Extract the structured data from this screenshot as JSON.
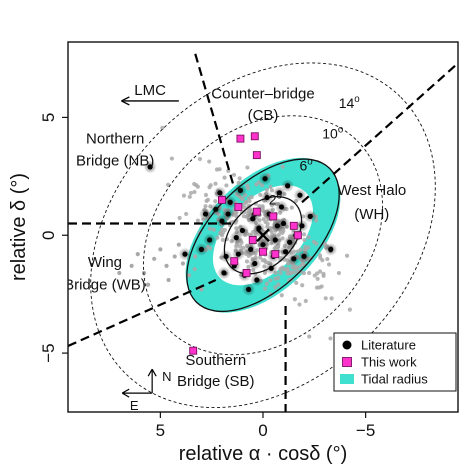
{
  "chart_data": {
    "type": "scatter",
    "xlabel": "relative α · cosδ (°)",
    "ylabel": "relative δ (°)",
    "xlim": [
      9.5,
      -9.5
    ],
    "ylim": [
      -7.5,
      8.2
    ],
    "xticks": [
      5,
      0,
      -5
    ],
    "yticks": [
      5,
      0,
      -5
    ],
    "tick_labels_x": [
      "5",
      "0",
      "−5"
    ],
    "tick_labels_y": [
      "5",
      "0",
      "−5"
    ],
    "grid": false,
    "legend_position": "bottom-right",
    "center": [
      0,
      0
    ],
    "ellipses": [
      {
        "label": "2o",
        "a": 2.2,
        "b": 1.3,
        "angle": -45,
        "style": "solid"
      },
      {
        "label": "6o",
        "a": 4.6,
        "b": 2.2,
        "angle": -45,
        "style": "solid"
      },
      {
        "label": "10o",
        "a": 6.5,
        "b": 4.4,
        "angle": -45,
        "style": "dashed"
      },
      {
        "label": "14o",
        "a": 9.5,
        "b": 6.2,
        "angle": -45,
        "style": "dashed"
      }
    ],
    "ring_labels": [
      {
        "text": "2o",
        "x": -0.6,
        "y": 1.3
      },
      {
        "text": "6o",
        "x": -2.1,
        "y": 2.75
      },
      {
        "text": "10o",
        "x": -3.4,
        "y": 4.1
      },
      {
        "text": "14o",
        "x": -4.2,
        "y": 5.4
      }
    ],
    "tidal_radius": {
      "a": 4.6,
      "b": 2.35,
      "inner_a": 2.95,
      "inner_b": 1.55,
      "angle": -45,
      "color": "#40e0d0"
    },
    "region_lines": [
      {
        "from": [
          3.3,
          7.7
        ],
        "to": [
          1.4,
          2.0
        ]
      },
      {
        "from": [
          -1.9,
          1.4
        ],
        "to": [
          -9.5,
          7.3
        ]
      },
      {
        "from": [
          9.5,
          0.5
        ],
        "to": [
          1.4,
          0.5
        ]
      },
      {
        "from": [
          9.5,
          -4.7
        ],
        "to": [
          2.3,
          -1.9
        ]
      },
      {
        "from": [
          -1.1,
          -3.0
        ],
        "to": [
          -1.1,
          -7.5
        ]
      }
    ],
    "region_labels": [
      {
        "text": "Counter–bridge",
        "x": 0.0,
        "y": 5.8
      },
      {
        "text": "(CB)",
        "x": 0.0,
        "y": 4.9
      },
      {
        "text": "Northern",
        "x": 7.2,
        "y": 3.9
      },
      {
        "text": "Bridge (NB)",
        "x": 7.2,
        "y": 2.95
      },
      {
        "text": "West Halo",
        "x": -5.3,
        "y": 1.7
      },
      {
        "text": "(WH)",
        "x": -5.3,
        "y": 0.7
      },
      {
        "text": "Wing",
        "x": 7.7,
        "y": -1.35
      },
      {
        "text": "Bridge (WB)",
        "x": 7.7,
        "y": -2.3
      },
      {
        "text": "Southern",
        "x": 2.3,
        "y": -5.5
      },
      {
        "text": "Bridge (SB)",
        "x": 2.3,
        "y": -6.4
      }
    ],
    "lmc_arrow": {
      "label": "LMC",
      "from": [
        4.1,
        5.7
      ],
      "to": [
        6.9,
        5.7
      ]
    },
    "compass": {
      "n_label": "N",
      "e_label": "E",
      "origin": [
        5.4,
        -6.7
      ]
    },
    "series": [
      {
        "name": "Literature",
        "marker": "circle",
        "color": "#000000",
        "x": [
          3.0,
          2.6,
          2.0,
          1.8,
          1.6,
          1.2,
          1.0,
          0.5,
          0.0,
          -0.3,
          -0.6,
          -1.0,
          -1.3,
          -1.6,
          -1.9,
          -2.3,
          -0.8,
          -0.2,
          0.4,
          0.9,
          1.4,
          1.1,
          0.6,
          -0.4,
          -1.1,
          -1.5,
          0.2,
          -0.9,
          2.3,
          1.7,
          0.3,
          -0.5,
          -2.0,
          1.9,
          0.7,
          -1.2,
          -0.1,
          2.8,
          5.5,
          3.8,
          -3.3,
          0.4,
          -0.7,
          -1.8,
          1.3,
          2.1
        ],
        "y": [
          -0.6,
          -0.2,
          0.6,
          -0.9,
          1.4,
          -0.8,
          0.2,
          0.7,
          -0.4,
          0.9,
          -0.2,
          0.5,
          -0.3,
          0.0,
          0.4,
          0.8,
          1.8,
          1.6,
          -1.2,
          -1.7,
          -1.3,
          1.9,
          -0.6,
          -1.4,
          -0.7,
          -1.0,
          0.3,
          1.2,
          1.1,
          0.9,
          -1.9,
          -0.9,
          -0.9,
          -1.6,
          -2.3,
          2.1,
          2.4,
          0.9,
          2.9,
          -0.8,
          -0.6,
          0.9,
          0.4,
          1.7,
          -0.1,
          1.8
        ]
      },
      {
        "name": "This work",
        "marker": "square",
        "color": "#ff33cc",
        "x": [
          1.1,
          0.4,
          2.0,
          1.2,
          -0.5,
          -1.5,
          -1.7,
          0.5,
          0.0,
          -0.6,
          1.4,
          0.3,
          0.8,
          3.4,
          0.3
        ],
        "y": [
          4.1,
          4.2,
          1.5,
          1.2,
          0.8,
          0.4,
          0.0,
          -0.2,
          -0.7,
          -0.8,
          -1.1,
          1.0,
          -1.6,
          -4.9,
          3.4
        ]
      }
    ],
    "field": {
      "name": "field stars",
      "color": "#a9a9a9",
      "count": 430,
      "spread": [
        1.9,
        0.9
      ],
      "angle": -34
    },
    "wing_points": [
      [
        4.3,
        -0.9
      ],
      [
        3.9,
        -1.2
      ],
      [
        4.7,
        -1.3
      ],
      [
        5.3,
        -1.0
      ],
      [
        5.8,
        -1.6
      ],
      [
        6.4,
        -1.3
      ],
      [
        3.6,
        -1.7
      ],
      [
        4.1,
        -0.4
      ],
      [
        5.0,
        -0.6
      ],
      [
        4.6,
        -1.9
      ],
      [
        6.1,
        -0.8
      ],
      [
        3.3,
        -0.9
      ],
      [
        5.6,
        -2.1
      ],
      [
        7.0,
        -1.6
      ],
      [
        3.0,
        -2.3
      ]
    ],
    "legend": [
      {
        "label": "Literature",
        "marker": "circle",
        "color": "#000000"
      },
      {
        "label": "This work",
        "marker": "square",
        "color": "#ff33cc"
      },
      {
        "label": "Tidal radius",
        "marker": "rect",
        "color": "#40e0d0"
      }
    ]
  }
}
